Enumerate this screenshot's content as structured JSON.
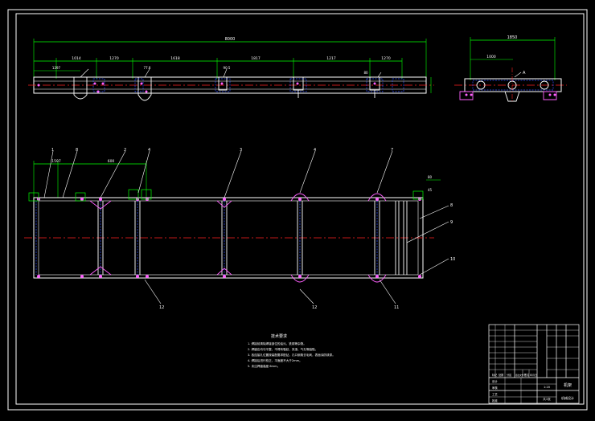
{
  "drawing": {
    "colors": {
      "background": "#000000",
      "border": "#ffffff",
      "outline": "#ffffff",
      "dimension": "#00ff00",
      "centerline": "#ff2020",
      "hidden": "#3050ff",
      "pink": "#ff60ff",
      "leader": "#ffffff",
      "notes": "#ffffff"
    },
    "front_view": {
      "overall_dim": "8000",
      "segment_dims": [
        "1014",
        "1270",
        "1618",
        "1817",
        "1217",
        "1270"
      ],
      "left_dim": "1297",
      "sub_dims": [
        "77.8",
        "90.5",
        "80"
      ]
    },
    "side_view": {
      "overall_dim": "1850",
      "sub_dim": "1000",
      "label": "A"
    },
    "plan_view": {
      "top_dims": [
        "1597",
        "600"
      ],
      "right_dims": [
        "80",
        "45"
      ],
      "balloons_top": [
        "1",
        "8",
        "2",
        "4",
        "3",
        "4",
        "7"
      ],
      "balloons_right": [
        "8",
        "9",
        "10"
      ],
      "balloons_bottom": [
        "12",
        "12",
        "11"
      ]
    },
    "notes": {
      "title": "技术要求",
      "lines": [
        "1. 焊接前清除焊接部位的油污、铁锈等杂物。",
        "2. 焊缝应均匀平整，不得有裂纹、夹渣、气孔等缺陷。",
        "3. 各连接孔位置按装配要求配钻，孔口倒角去毛刺，表面涂防锈漆。",
        "4. 焊接后进行校正，平面度不大于2mm。",
        "5. 未注焊缝高度 6mm。"
      ]
    },
    "title_block": {
      "name": "机架",
      "company": "机械设计",
      "scale": "1:20",
      "sheet": "共1张",
      "row_labels": [
        "标记",
        "处数",
        "分区",
        "更改文件号",
        "签名",
        "年月日"
      ],
      "roles": [
        "设计",
        "审核",
        "工艺",
        "批准"
      ]
    }
  }
}
